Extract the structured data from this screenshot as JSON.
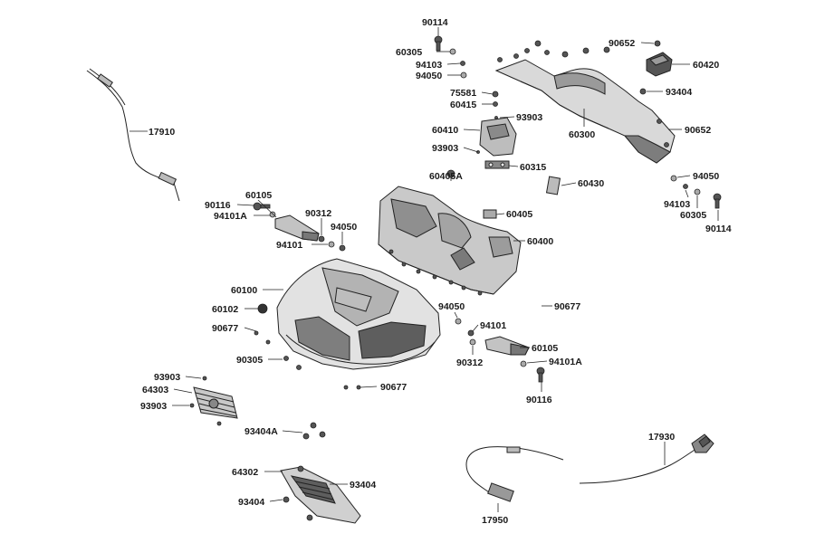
{
  "labels": {
    "p90114_top": "90114",
    "p60305_top": "60305",
    "p94103_top": "94103",
    "p94050_top": "94050",
    "p75581": "75581",
    "p60415": "60415",
    "p93903_a": "93903",
    "p60410": "60410",
    "p93903_b": "93903",
    "p60315": "60315",
    "p60300": "60300",
    "p90652_a": "90652",
    "p60420": "60420",
    "p93404_a": "93404",
    "p90652_b": "90652",
    "p17910": "17910",
    "p60405A": "60405A",
    "p60430": "60430",
    "p94050_r": "94050",
    "p94103_r": "94103",
    "p60305_r": "60305",
    "p90114_r": "90114",
    "p90116_l": "90116",
    "p60105_l": "60105",
    "p94101A_l": "94101A",
    "p90312_l": "90312",
    "p94050_l": "94050",
    "p94101_l": "94101",
    "p60405": "60405",
    "p60400": "60400",
    "p60100": "60100",
    "p60102": "60102",
    "p90677_a": "90677",
    "p90305": "90305",
    "p90677_b": "90677",
    "p94050_m": "94050",
    "p90677_c": "90677",
    "p94101_m": "94101",
    "p60105_r": "60105",
    "p90312_r": "90312",
    "p94101A_r": "94101A",
    "p90116_r": "90116",
    "p93903_c": "93903",
    "p64303": "64303",
    "p93903_d": "93903",
    "p93404A": "93404A",
    "p64302": "64302",
    "p93404_b": "93404",
    "p93404_c": "93404",
    "p17930": "17930",
    "p17950": "17950"
  }
}
